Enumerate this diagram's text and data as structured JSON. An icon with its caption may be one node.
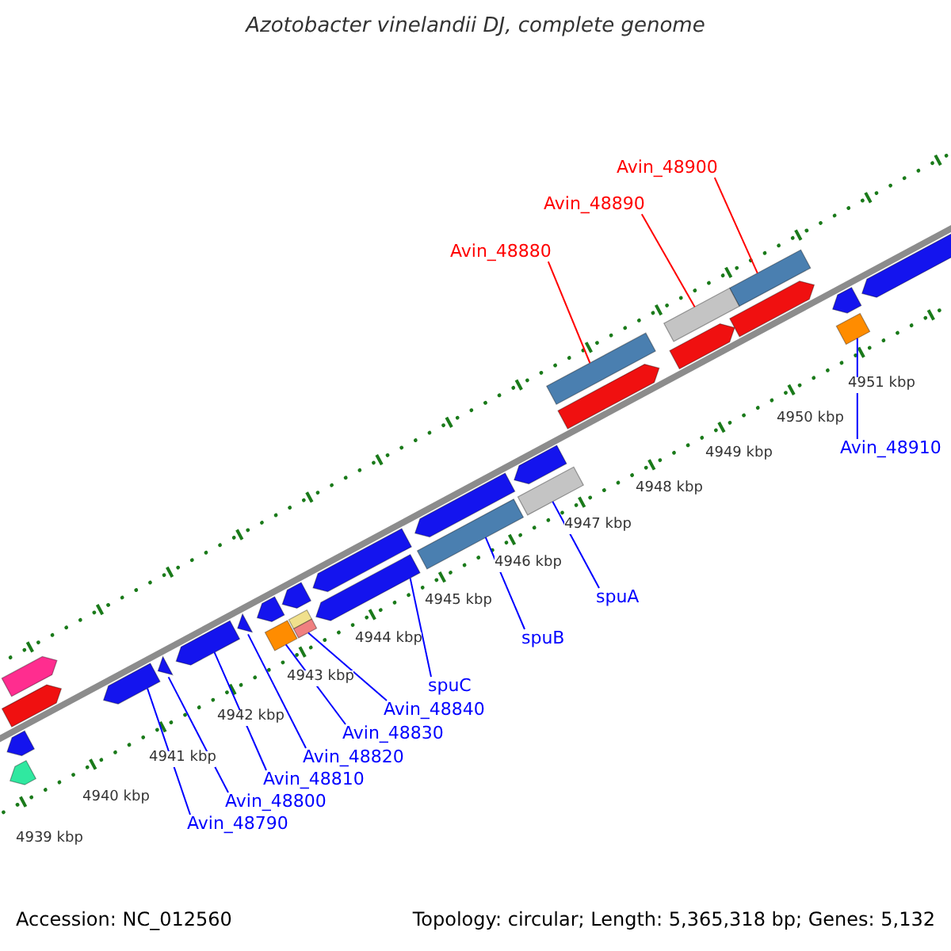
{
  "diagram": {
    "title": "Azotobacter vinelandii DJ, complete genome",
    "nodes": [
      {
        "text": [
          "Avin_48900"
        ]
      },
      {
        "text": [
          "Avin_48890"
        ]
      },
      {
        "text": [
          "Avin_48880"
        ]
      },
      {
        "text": [
          "Avin_48910"
        ]
      },
      {
        "text": [
          "spuA"
        ]
      },
      {
        "text": [
          "spuB"
        ]
      },
      {
        "text": [
          "spuC"
        ]
      },
      {
        "text": [
          "Avin_48840"
        ]
      },
      {
        "text": [
          "Avin_48830"
        ]
      },
      {
        "text": [
          "Avin_48820"
        ]
      },
      {
        "text": [
          "Avin_48810"
        ]
      },
      {
        "text": [
          "Avin_48800"
        ]
      },
      {
        "text": [
          "Avin_48790"
        ]
      },
      {
        "text": [],
        "shape": "box"
      },
      {
        "text": [],
        "shape": "box"
      },
      {
        "text": [],
        "shape": "box"
      },
      {
        "text": [],
        "shape": "box"
      },
      {
        "text": [],
        "shape": "box"
      },
      {
        "text": [],
        "shape": "box"
      },
      {
        "text": [],
        "shape": "arrow"
      },
      {
        "text": [],
        "shape": "box"
      },
      {
        "text": [],
        "shape": "box"
      },
      {
        "text": [],
        "shape": "arrow"
      },
      {
        "text": [],
        "shape": "arrow"
      },
      {
        "text": [],
        "shape": "arrow"
      },
      {
        "text": [],
        "shape": "arrow"
      },
      {
        "text": [],
        "shape": "arrow"
      },
      {
        "text": [],
        "shape": "arrow"
      },
      {
        "text": [],
        "shape": "arrow"
      },
      {
        "text": [],
        "shape": "arrow"
      },
      {
        "text": [],
        "shape": "arrow"
      },
      {
        "text": [],
        "shape": "arrow"
      },
      {
        "text": [],
        "shape": "arrow"
      },
      {
        "text": [],
        "shape": "arrow"
      },
      {
        "text": [],
        "shape": "arrow"
      },
      {
        "text": [],
        "shape": "arrow"
      },
      {
        "text": [],
        "shape": "arrow"
      },
      {
        "text": [],
        "shape": "arrow"
      },
      {
        "text": [],
        "shape": "arrow"
      },
      {
        "text": [],
        "shape": "arrow"
      }
    ],
    "edges": [
      {
        "from": 0,
        "to": 13,
        "arrow": "none",
        "color": "#ff0000"
      },
      {
        "from": 1,
        "to": 14,
        "arrow": "none",
        "color": "#ff0000"
      },
      {
        "from": 2,
        "to": 15,
        "arrow": "none",
        "color": "#ff0000"
      },
      {
        "from": 3,
        "to": 16,
        "arrow": "none"
      },
      {
        "from": 4,
        "to": 17,
        "arrow": "none"
      },
      {
        "from": 5,
        "to": 18,
        "arrow": "none"
      },
      {
        "from": 6,
        "to": 19,
        "arrow": "none"
      },
      {
        "from": 7,
        "to": 20,
        "arrow": "none"
      },
      {
        "from": 8,
        "to": 21,
        "arrow": "none"
      },
      {
        "from": 9,
        "to": 22,
        "arrow": "none"
      },
      {
        "from": 10,
        "to": 23,
        "arrow": "none"
      },
      {
        "from": 11,
        "to": 24,
        "arrow": "none"
      },
      {
        "from": 12,
        "to": 25,
        "arrow": "none"
      }
    ],
    "labels": [
      "4939 kbp",
      "4940 kbp",
      "4941 kbp",
      "4942 kbp",
      "4943 kbp",
      "4944 kbp",
      "4945 kbp",
      "4946 kbp",
      "4947 kbp",
      "4948 kbp",
      "4949 kbp",
      "4950 kbp",
      "4951 kbp",
      "Accession: NC_012560",
      "Topology: circular; Length: 5,365,318 bp; Genes: 5,132"
    ]
  }
}
